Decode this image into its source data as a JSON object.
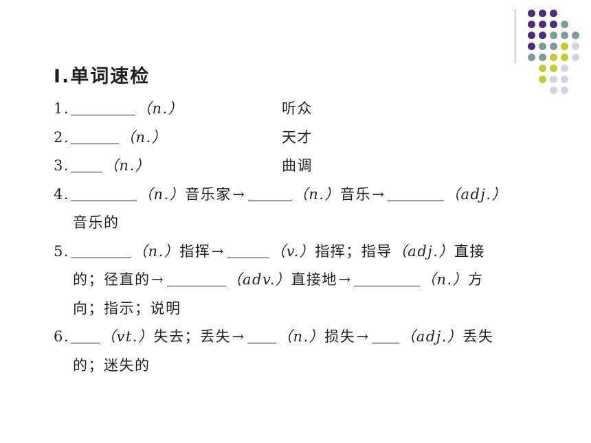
{
  "title": "Ⅰ.单词速检",
  "colors": {
    "purple": "#4a2a7a",
    "teal": "#7a9ea0",
    "olive": "#c8c832",
    "lavender": "#d4d4e6",
    "text": "#231f20"
  },
  "items": {
    "i1": {
      "num": "1.",
      "pos": "（n.）",
      "meaning": "听众"
    },
    "i2": {
      "num": "2.",
      "pos": "（n.）",
      "meaning": "天才"
    },
    "i3": {
      "num": "3.",
      "pos": "（n.）",
      "meaning": "曲调"
    },
    "i4": {
      "num": "4.",
      "pos1": "（n.）",
      "text1": "音乐家",
      "pos2": "（n.）",
      "text2": "音乐",
      "pos3": "（adj.）",
      "text3": "音乐的"
    },
    "i5": {
      "num": "5.",
      "pos1": "（n.）",
      "text1": "指挥",
      "pos2": "（v.）",
      "text2": "指挥；指导",
      "pos3": "（adj.）",
      "text3a": "直接",
      "text3b": "的；径直的",
      "pos4": "（adv.）",
      "text4": "直接地",
      "pos5": "（n.）",
      "text5a": "方",
      "text5b": "向；指示；说明"
    },
    "i6": {
      "num": "6.",
      "pos1": "（vt.）",
      "text1": "失去；丢失",
      "pos2": "（n.）",
      "text2": "损失",
      "pos3": "（adj.）",
      "text3a": "丢失",
      "text3b": "的；迷失的"
    }
  },
  "arrow": "→"
}
